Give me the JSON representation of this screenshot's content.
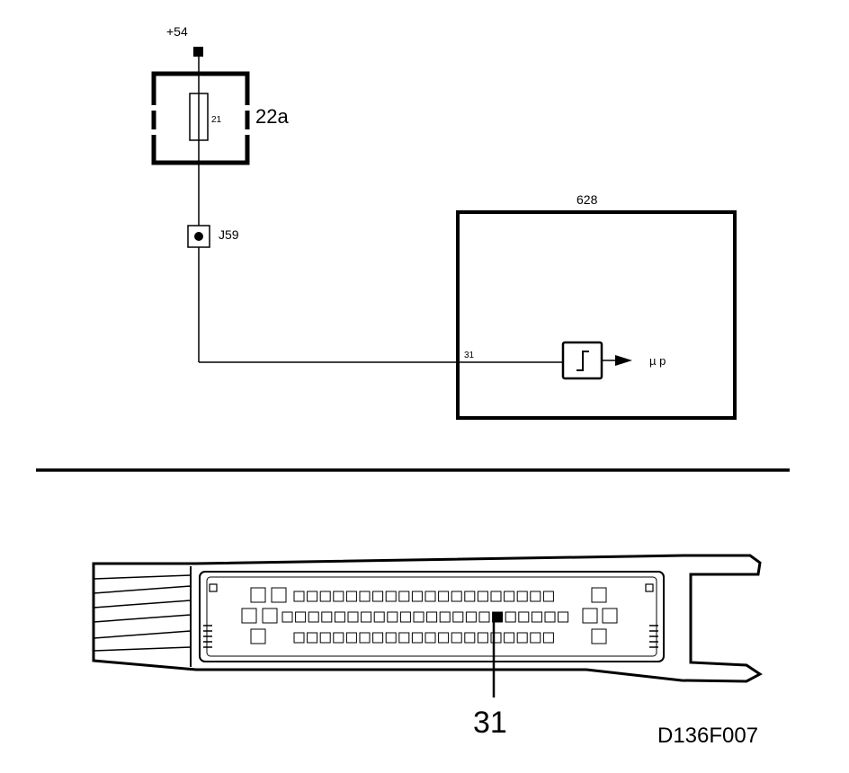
{
  "supply": {
    "label": "+54"
  },
  "fuse_box": {
    "label": "22a",
    "fuse_number": "21"
  },
  "junction": {
    "label": "J59"
  },
  "control_unit": {
    "label": "628",
    "pin_number": "31",
    "output_label": "µ p"
  },
  "connector": {
    "callout_pin": "31"
  },
  "figure": {
    "code": "D136F007"
  }
}
